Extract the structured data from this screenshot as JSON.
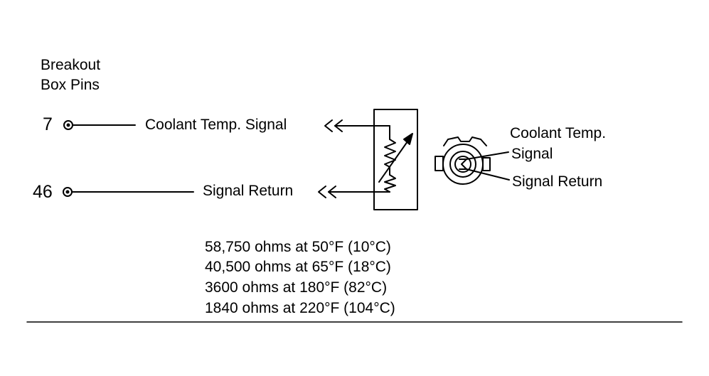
{
  "header": {
    "title_line1": "Breakout",
    "title_line2": "Box Pins"
  },
  "pins": [
    {
      "number": "7",
      "label": "Coolant Temp. Signal"
    },
    {
      "number": "46",
      "label": "Signal Return"
    }
  ],
  "connector": {
    "label_top_line1": "Coolant Temp.",
    "label_top_line2": "Signal",
    "label_bottom": "Signal Return"
  },
  "specs": [
    "58,750 ohms at 50°F (10°C)",
    "40,500 ohms at 65°F (18°C)",
    "3600 ohms at 180°F (82°C)",
    "1840 ohms at 220°F (104°C)"
  ]
}
